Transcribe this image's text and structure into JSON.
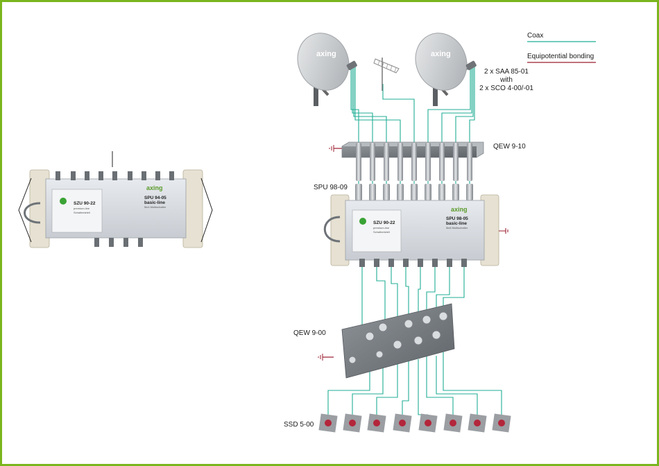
{
  "legend": {
    "coax": "Coax",
    "coax_color": "#1fae94",
    "bonding": "Equipotential bonding",
    "bonding_color": "#9b1c2e"
  },
  "labels": {
    "antennas": [
      "2 x SAA 85-01",
      "with",
      "2 x SCO 4-00/-01"
    ],
    "qew910": "QEW 9-10",
    "spu9809": "SPU 98-09",
    "qew900": "QEW 9-00",
    "ssd500": "SSD 5-00"
  },
  "brand": "axing",
  "dish_brand": "axing",
  "left_unit": {
    "model": "SPU 94-05",
    "line": "basic-line",
    "type": "5in4 Multischalter",
    "psu_model": "SZU 90-22",
    "psu_line": "premium-line",
    "psu_type": "Schaltnetzteil"
  },
  "right_unit": {
    "model": "SPU 98-05",
    "line": "basic-line",
    "type": "5in8 Multischalter",
    "psu_model": "SZU 90-22",
    "psu_line": "premium-line",
    "psu_type": "Schaltnetzteil"
  }
}
